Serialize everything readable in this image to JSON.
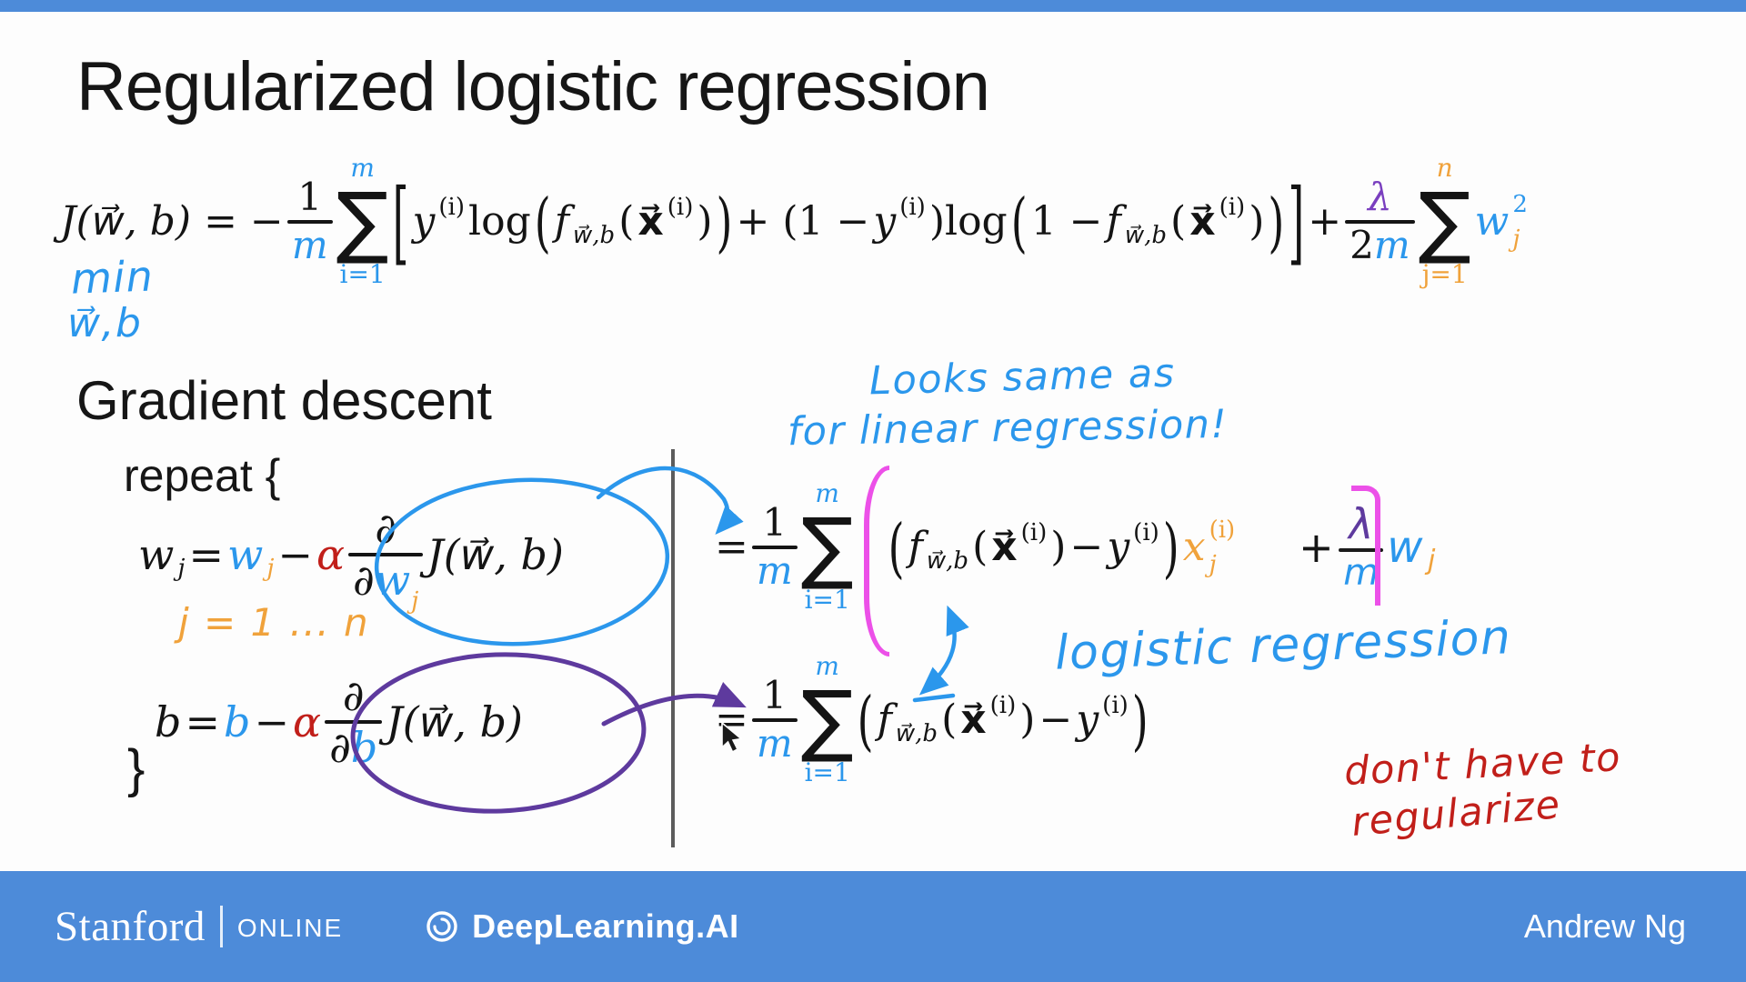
{
  "colors": {
    "blue": "#2b97ec",
    "orange": "#f0a23b",
    "purple": "#5e3a9e",
    "purple2": "#7a3fbf",
    "red": "#c11f1a",
    "magenta": "#ec50e8",
    "bar": "#4d8bd9",
    "divider": "#5c5c5c"
  },
  "title": "Regularized logistic regression",
  "cost": {
    "lhs": "J(w⃗, b) = −",
    "num1": "1",
    "den1": "m",
    "sigma": "∑",
    "sum_top1": "m",
    "sum_bot1": "i=1",
    "lbracket": "[",
    "y": "y",
    "sup_i": "(i)",
    "log": "log",
    "lparen": "(",
    "rparen": ")",
    "f": "f",
    "f_sub": "w⃗,b",
    "xvec": "x⃗",
    "plus_open": "+ (1 −",
    "rp_log": ")log",
    "one_minus": "1 −",
    "rbracket": "]",
    "plus": "+",
    "lambda": "λ",
    "two": "2",
    "m2": "m",
    "sum_top2": "n",
    "sum_bot2": "j=1",
    "w": "w",
    "w_sup": "2",
    "w_sub": "j"
  },
  "min_annot": {
    "line1": "min",
    "line2": "w⃗,b"
  },
  "gradient": {
    "heading": "Gradient descent",
    "repeat": "repeat {",
    "close_brace": "}",
    "w_lhs": "w",
    "w_lhs_sub": "j",
    "assign": "=",
    "w_rhs": "w",
    "w_rhs_sub": "j",
    "minus": "−",
    "alpha": "α",
    "partial": "∂",
    "partial_w": "w",
    "partial_w_sub": "j",
    "partial_b": "b",
    "J": "J(w⃗, b)",
    "b_lhs": "b",
    "b_rhs": "b",
    "j_range": "j = 1 ... n"
  },
  "derivs": {
    "eq": "=",
    "num": "1",
    "den": "m",
    "sigma": "∑",
    "sum_top": "m",
    "sum_bot": "i=1",
    "lp": "(",
    "f": "f",
    "f_sub": "w⃗,b",
    "lp2": "(",
    "xvec": "x⃗",
    "sup_i": "(i)",
    "rp2": ")",
    "minus": "−",
    "y": "y",
    "rp": ")",
    "xj": "x",
    "xj_sup": "(i)",
    "xj_sub": "j",
    "plus": "+",
    "lambda": "λ",
    "m": "m",
    "w": "w",
    "w_sub": "j"
  },
  "annotations": {
    "looks_line1": "Looks same as",
    "looks_line2": "for linear regression!",
    "logistic": "logistic regression",
    "dont_line1": "don't have to",
    "dont_line2": "regularize"
  },
  "footer": {
    "stanford": "Stanford",
    "online": "ONLINE",
    "deeplearning": "DeepLearning.AI",
    "author": "Andrew Ng"
  }
}
